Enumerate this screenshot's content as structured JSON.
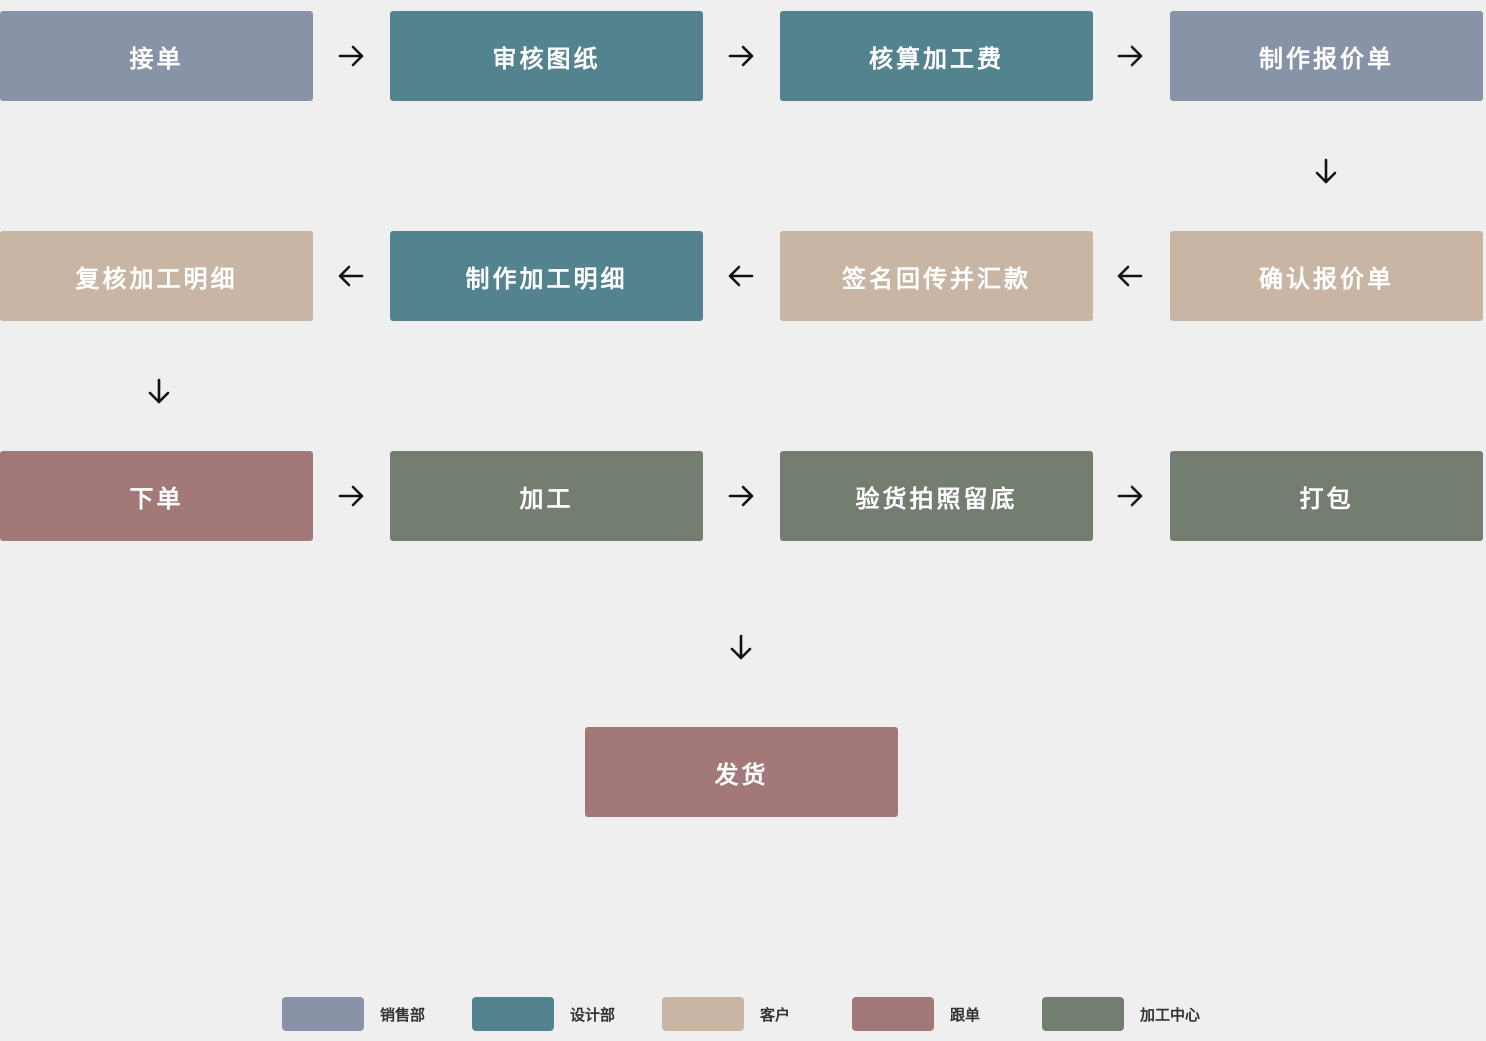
{
  "colors": {
    "sales": "#8893a8",
    "design": "#548390",
    "customer": "#c8b5a3",
    "follow": "#a37879",
    "factory": "#737d70"
  },
  "steps": [
    {
      "label": "接单",
      "dept": "sales"
    },
    {
      "label": "审核图纸",
      "dept": "design"
    },
    {
      "label": "核算加工费",
      "dept": "design"
    },
    {
      "label": "制作报价单",
      "dept": "sales"
    },
    {
      "label": "确认报价单",
      "dept": "customer"
    },
    {
      "label": "签名回传并汇款",
      "dept": "customer"
    },
    {
      "label": "制作加工明细",
      "dept": "design"
    },
    {
      "label": "复核加工明细",
      "dept": "customer"
    },
    {
      "label": "下单",
      "dept": "follow"
    },
    {
      "label": "加工",
      "dept": "factory"
    },
    {
      "label": "验货拍照留底",
      "dept": "factory"
    },
    {
      "label": "打包",
      "dept": "factory"
    },
    {
      "label": "发货",
      "dept": "follow"
    }
  ],
  "legend": [
    {
      "label": "销售部",
      "dept": "sales"
    },
    {
      "label": "设计部",
      "dept": "design"
    },
    {
      "label": "客户",
      "dept": "customer"
    },
    {
      "label": "跟单",
      "dept": "follow"
    },
    {
      "label": "加工中心",
      "dept": "factory"
    }
  ]
}
